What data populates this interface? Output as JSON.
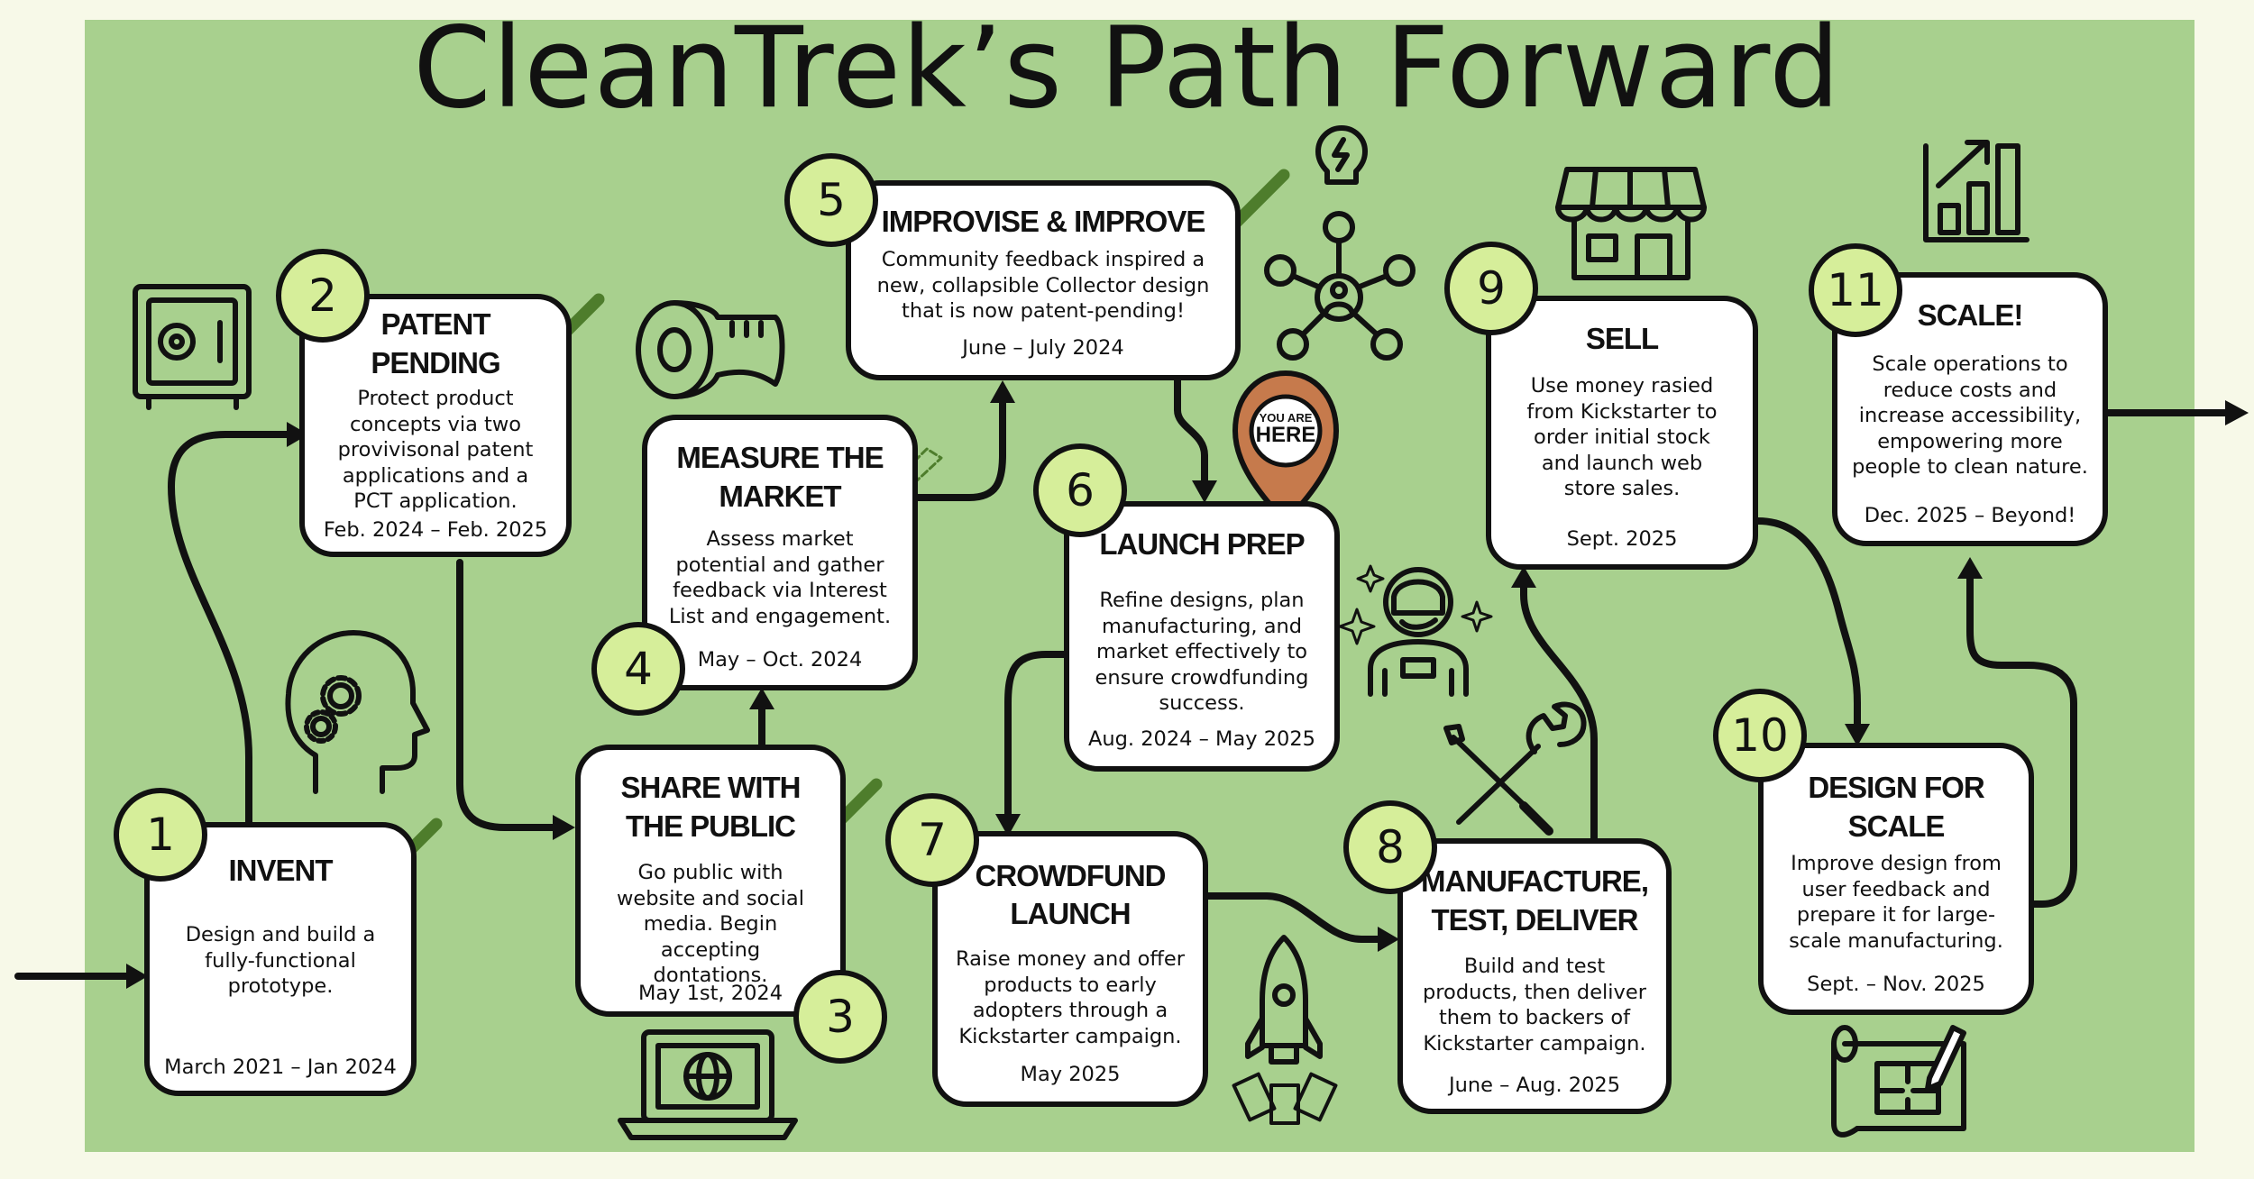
{
  "title": "CleanTrek’s Path Forward",
  "colors": {
    "board": "#a8d08e",
    "badge": "#d6ee9a",
    "check": "#4e7d2c",
    "pin": "#c67a4c"
  },
  "you_are_here": {
    "line1": "YOU ARE",
    "line2": "HERE"
  },
  "steps": [
    {
      "num": "1",
      "title": [
        "INVENT"
      ],
      "desc": "Design and build a fully-functional prototype.",
      "date": "March 2021 – Jan 2024",
      "status": "done"
    },
    {
      "num": "2",
      "title": [
        "PATENT",
        "PENDING"
      ],
      "desc": "Protect product concepts via two provivisonal patent applications and a PCT application.",
      "date": "Feb. 2024 – Feb. 2025",
      "status": "done"
    },
    {
      "num": "3",
      "title": [
        "SHARE WITH",
        "THE PUBLIC"
      ],
      "desc": "Go public with website and social media. Begin accepting dontations.",
      "date": "May 1st, 2024",
      "status": "done"
    },
    {
      "num": "4",
      "title": [
        "MEASURE THE",
        "MARKET"
      ],
      "desc": "Assess market potential and gather feedback via Interest List and engagement.",
      "date": "May – Oct. 2024",
      "status": "ongoing"
    },
    {
      "num": "5",
      "title": [
        "IMPROVISE & IMPROVE"
      ],
      "desc": "Community feedback inspired a new, collapsible Collector design that is now patent-pending!",
      "date": "June – July 2024",
      "status": "done"
    },
    {
      "num": "6",
      "title": [
        "LAUNCH PREP"
      ],
      "desc": "Refine designs, plan manufacturing, and market effectively to ensure crowdfunding success.",
      "date": "Aug. 2024 – May 2025",
      "status": "current"
    },
    {
      "num": "7",
      "title": [
        "CROWDFUND",
        "LAUNCH"
      ],
      "desc": "Raise money and offer products to early adopters through a Kickstarter campaign.",
      "date": "May 2025",
      "status": "upcoming"
    },
    {
      "num": "8",
      "title": [
        "MANUFACTURE,",
        "TEST, DELIVER"
      ],
      "desc": "Build and test products, then deliver them to backers of Kickstarter campaign.",
      "date": "June – Aug. 2025",
      "status": "upcoming"
    },
    {
      "num": "9",
      "title": [
        "SELL"
      ],
      "desc": "Use money rasied from Kickstarter to order initial stock and launch web store sales.",
      "date": "Sept. 2025",
      "status": "upcoming"
    },
    {
      "num": "10",
      "title": [
        "DESIGN FOR",
        "SCALE"
      ],
      "desc": "Improve design from user feedback and prepare it for large-scale manufacturing.",
      "date": "Sept. – Nov. 2025",
      "status": "upcoming"
    },
    {
      "num": "11",
      "title": [
        "SCALE!"
      ],
      "desc": "Scale operations to reduce costs and increase accessibility, empowering more people to clean nature.",
      "date": "Dec. 2025 – Beyond!",
      "status": "upcoming"
    }
  ],
  "icons": [
    "safe-icon",
    "head-gears-icon",
    "tape-measure-icon",
    "laptop-globe-icon",
    "lightbulb-network-icon",
    "astronaut-icon",
    "rocket-money-icon",
    "tools-icon",
    "storefront-icon",
    "blueprint-icon",
    "growth-chart-icon"
  ]
}
